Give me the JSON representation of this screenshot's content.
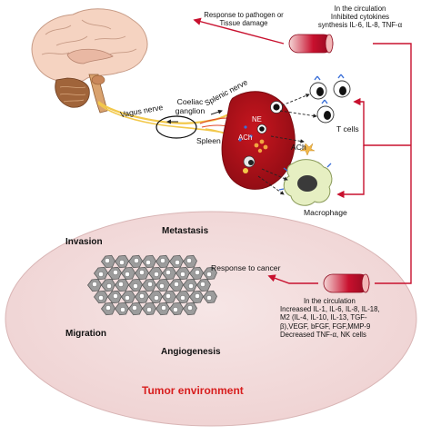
{
  "labels": {
    "response_pathogen": [
      "Response to pathogen or",
      "Tissue damage"
    ],
    "circulation_top": [
      "In the circulation",
      "Inhibited cytokines",
      "synthesis IL-6, IL-8, TNF-α"
    ],
    "vagus_nerve": "Vagus nerve",
    "coeliac_ganglion": [
      "Coeliac",
      "ganglion"
    ],
    "splenic_nerve": "Splenic nerve",
    "spleen": "Spleen",
    "ne": "NE",
    "ach_spleen": "ACh",
    "ach": "ACh",
    "t_cells": "T cells",
    "macrophage": "Macrophage",
    "metastasis": "Metastasis",
    "invasion": "Invasion",
    "migration": "Migration",
    "angiogenesis": "Angiogenesis",
    "response_cancer": "Response to cancer",
    "circulation_bottom": [
      "In the circulation",
      "Increased IL-1, IL-6, IL-8, IL-18,",
      "M2 (IL-4, IL-10, IL-13, TGF-",
      "β),VEGF, bFGF, FGF,MMP-9",
      "Decreased TNF-α, NK cells"
    ],
    "tumor_environment": "Tumor environment"
  },
  "colors": {
    "arrow_red": "#c8102e",
    "spleen_red": "#b3121b",
    "tumor_bg": "#f3dede",
    "tumor_text": "#d81e1e",
    "nerve_yellow": "#f2c84b"
  }
}
